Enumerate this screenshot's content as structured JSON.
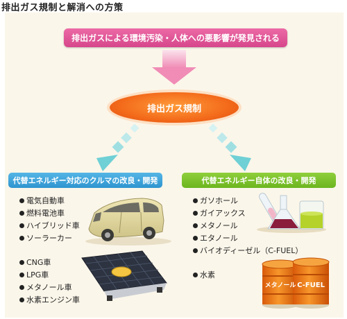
{
  "page_title": "排出ガス規制と解消への方策",
  "banner_text": "排出ガスによる環境汚染・人体への悪影響が発見される",
  "center_label": "排出ガス規制",
  "left": {
    "header": "代替エネルギー対応のクルマの改良・開発",
    "group1": [
      "電気自動車",
      "燃料電池車",
      "ハイブリッド車",
      "ソーラーカー"
    ],
    "group2": [
      "CNG車",
      "LPG車",
      "メタノール車",
      "水素エンジン車"
    ]
  },
  "right": {
    "header": "代替エネルギー自体の改良・開発",
    "items": [
      "ガソホール",
      "ガイアックス",
      "メタノール",
      "エタノール",
      "バイオディーゼル（C-FUEL）"
    ],
    "extra": [
      "水素"
    ],
    "drum_labels": [
      "メタノール",
      "C-FUEL"
    ]
  },
  "colors": {
    "banner": "#de4f93",
    "center": "#f36a1a",
    "left_header": "#3a9fd6",
    "right_header": "#76bb26",
    "arrow_pink": "#f5a3c3",
    "arrow_cyan": "#7fd3d8"
  }
}
